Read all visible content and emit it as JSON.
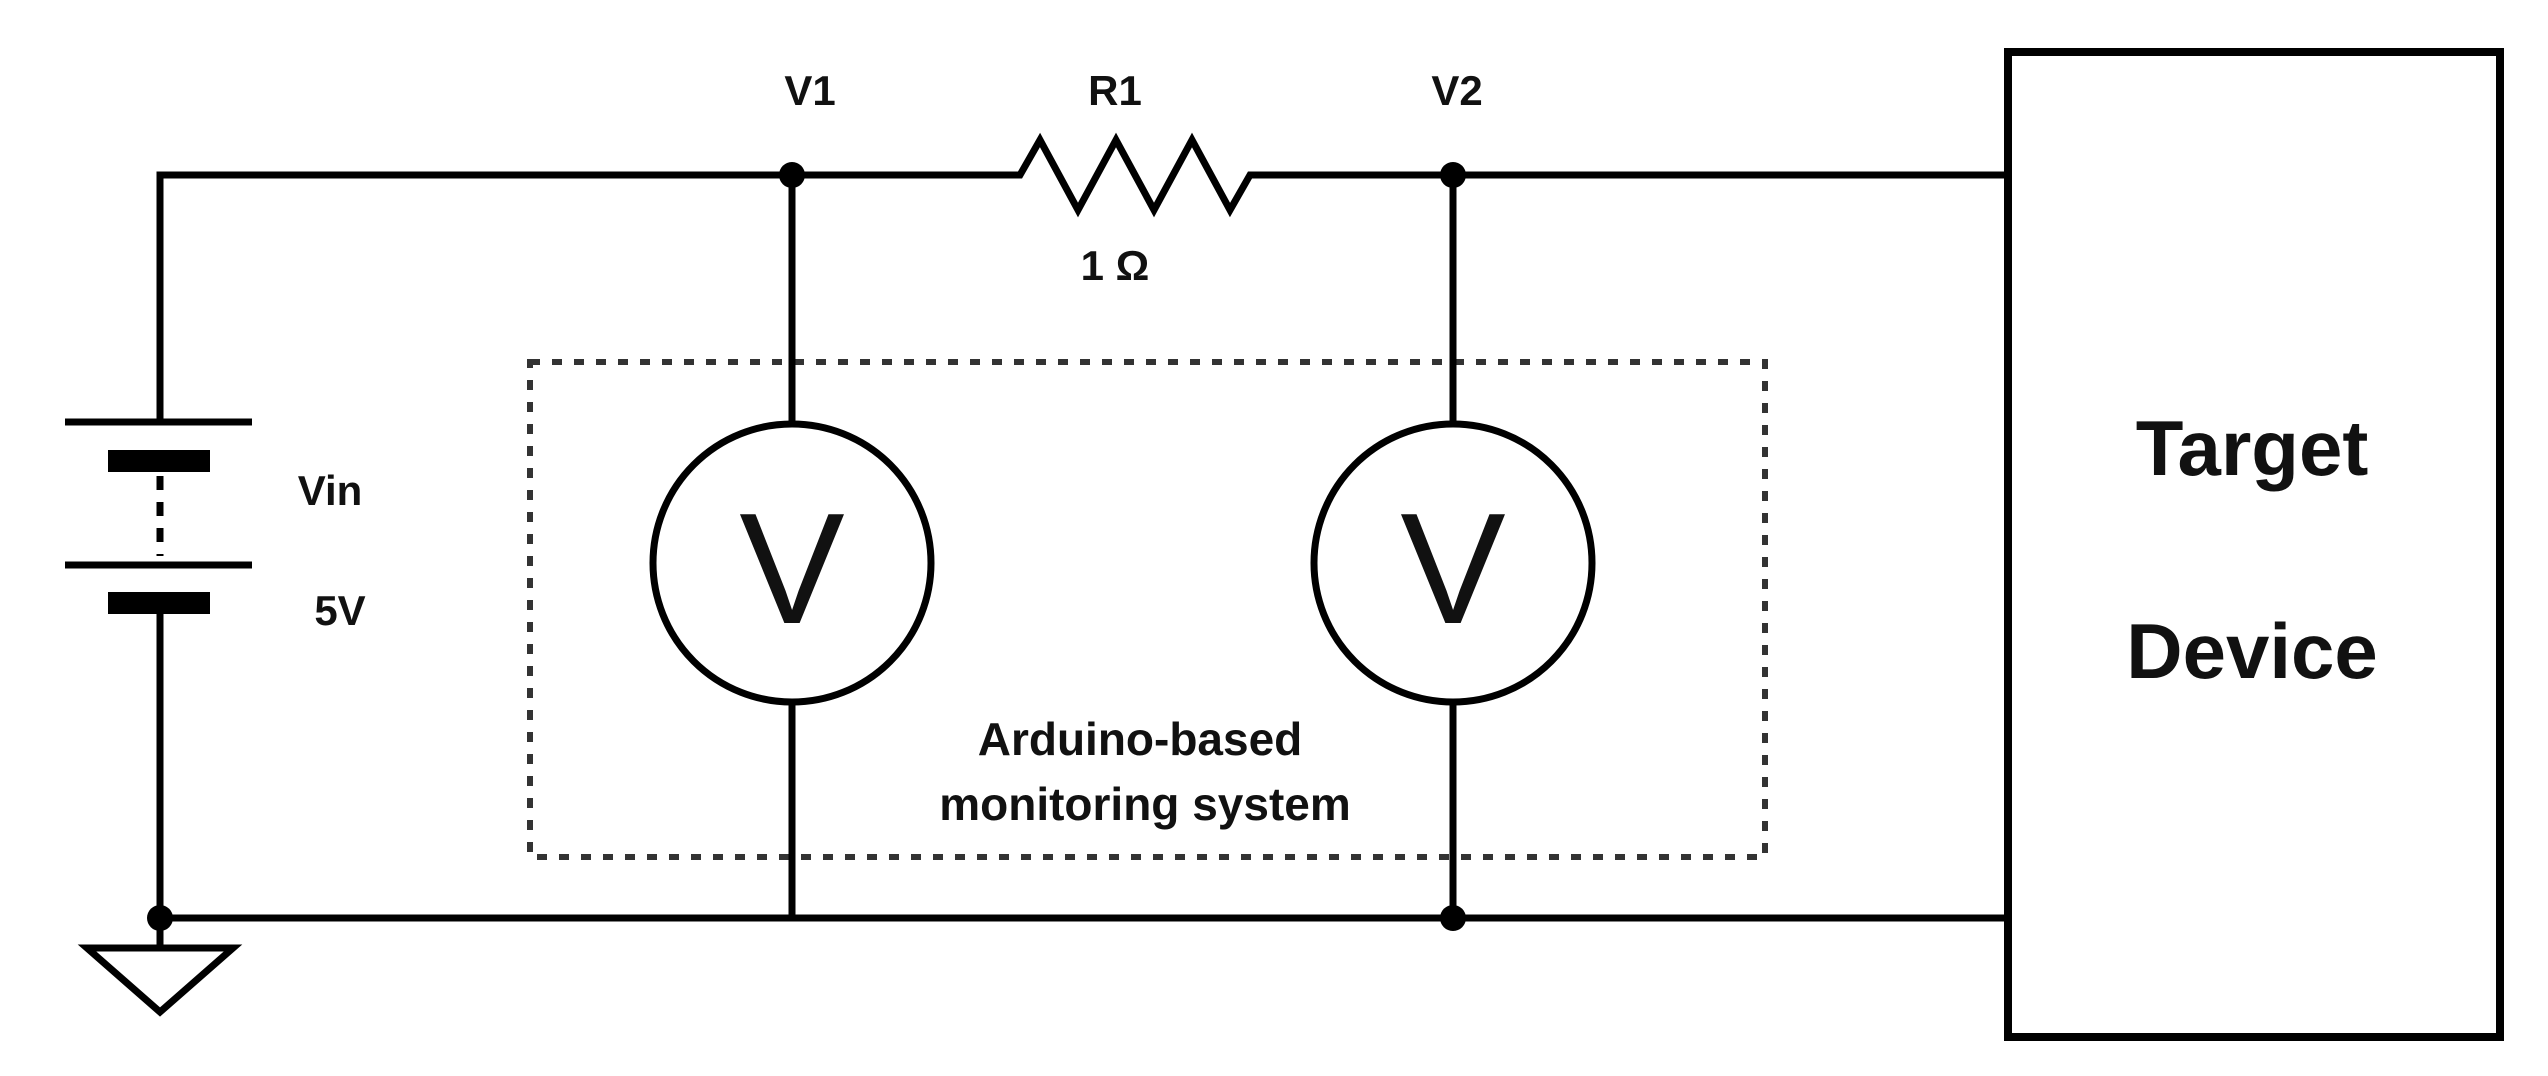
{
  "labels": {
    "v1": "V1",
    "v2": "V2",
    "r1": "R1",
    "r1_value": "1 Ω",
    "vin": "Vin",
    "vin_value": "5V",
    "monitor_line1": "Arduino-based",
    "monitor_line2": "monitoring system",
    "target_line1": "Target",
    "target_line2": "Device"
  },
  "meters": [
    {
      "symbol": "V"
    },
    {
      "symbol": "V"
    }
  ]
}
